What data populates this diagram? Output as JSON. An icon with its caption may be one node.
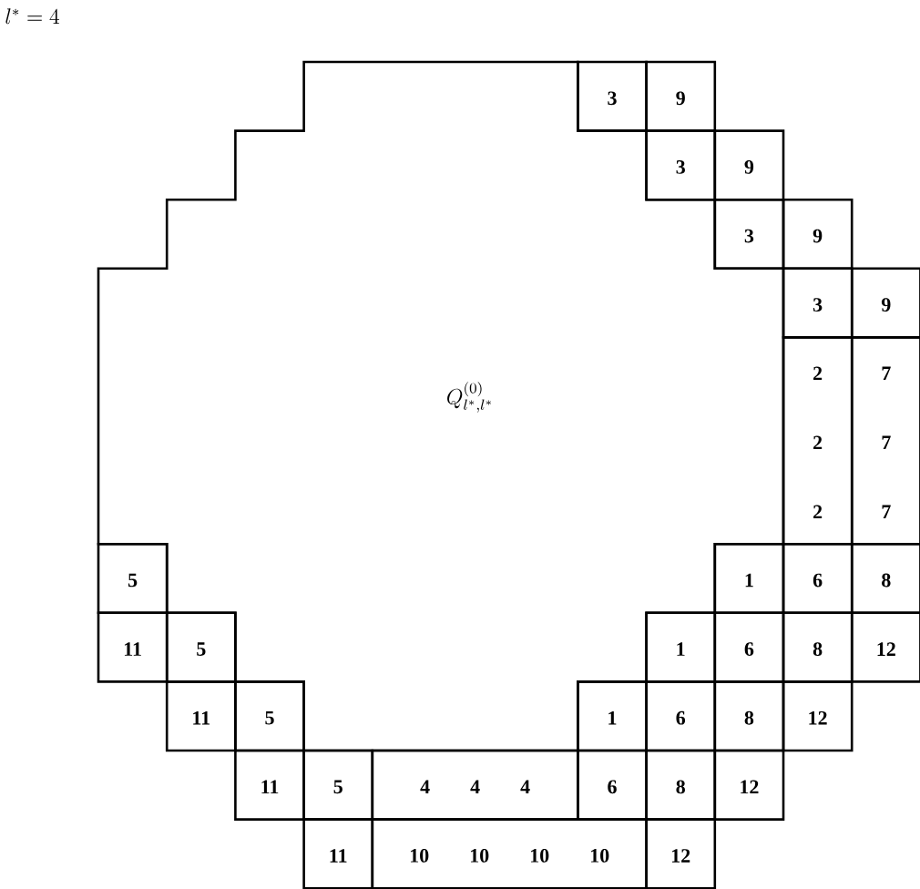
{
  "diagram": {
    "nodes": [
      {
        "text": [
          "Q^{(0)}_{l^*,l^*}"
        ]
      },
      {
        "text": [
          "3"
        ]
      },
      {
        "text": [
          "9"
        ]
      },
      {
        "text": [
          "3"
        ]
      },
      {
        "text": [
          "9"
        ]
      },
      {
        "text": [
          "3"
        ]
      },
      {
        "text": [
          "9"
        ]
      },
      {
        "text": [
          "3"
        ]
      },
      {
        "text": [
          "9"
        ]
      },
      {
        "text": [
          "2 2 2"
        ]
      },
      {
        "text": [
          "7 7 7"
        ]
      },
      {
        "text": [
          "5"
        ]
      },
      {
        "text": [
          "1"
        ]
      },
      {
        "text": [
          "6"
        ]
      },
      {
        "text": [
          "8"
        ]
      },
      {
        "text": [
          "11"
        ]
      },
      {
        "text": [
          "5"
        ]
      },
      {
        "text": [
          "1"
        ]
      },
      {
        "text": [
          "6"
        ]
      },
      {
        "text": [
          "8"
        ]
      },
      {
        "text": [
          "12"
        ]
      },
      {
        "text": [
          "11"
        ]
      },
      {
        "text": [
          "5"
        ]
      },
      {
        "text": [
          "1"
        ]
      },
      {
        "text": [
          "6"
        ]
      },
      {
        "text": [
          "8"
        ]
      },
      {
        "text": [
          "12"
        ]
      },
      {
        "text": [
          "11"
        ]
      },
      {
        "text": [
          "5"
        ]
      },
      {
        "text": [
          "4 4 4"
        ]
      },
      {
        "text": [
          "6"
        ]
      },
      {
        "text": [
          "8"
        ]
      },
      {
        "text": [
          "12"
        ]
      },
      {
        "text": [
          "11"
        ]
      },
      {
        "text": [
          "10 10 10 10"
        ]
      },
      {
        "text": [
          "12"
        ]
      }
    ],
    "labels": [
      "l^*=4"
    ]
  }
}
